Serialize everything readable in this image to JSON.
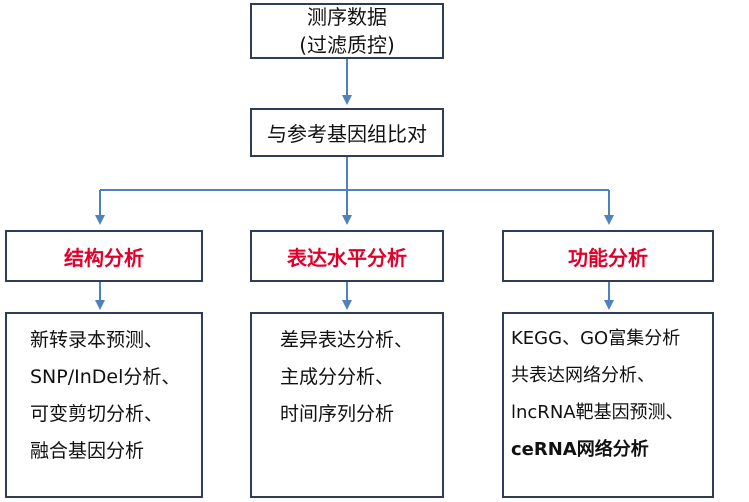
{
  "nodes": {
    "sequencing": {
      "line1": "测序数据",
      "line2": "(过滤质控)"
    },
    "align": "与参考基因组比对",
    "structure": "结构分析",
    "expression": "表达水平分析",
    "function": "功能分析"
  },
  "lists": {
    "structure": [
      "新转录本预测、",
      "SNP/InDel分析、",
      "可变剪切分析、",
      "融合基因分析"
    ],
    "expression": [
      "差异表达分析、",
      "主成分分析、",
      "时间序列分析"
    ],
    "function": [
      "KEGG、GO富集分析",
      "共表达网络分析、",
      "lncRNA靶基因预测、",
      "ceRNA网络分析"
    ]
  },
  "colors": {
    "border": "#2f3c5a",
    "arrow": "#4f81bd",
    "category_text": "#e0002a"
  }
}
